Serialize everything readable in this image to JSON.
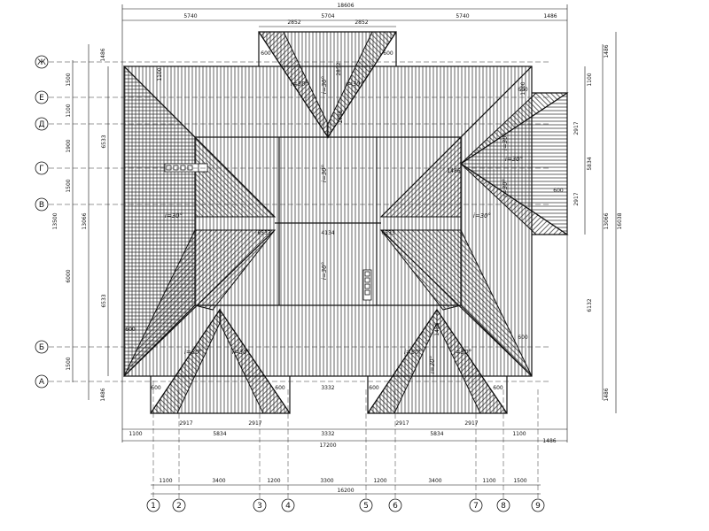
{
  "top_dims": {
    "overall": "18606",
    "left": "5740",
    "center": "5704",
    "right": "5740",
    "right_eave": "1486",
    "gable_left": "2852",
    "gable_right": "2852"
  },
  "bottom_dims": {
    "eave_left": "1100",
    "gable_left": "5834",
    "center": "3332",
    "gable_right": "5834",
    "eave_right": "1100",
    "total": "17200",
    "right_eave": "1486",
    "half_left_a": "2917",
    "half_left_b": "2917",
    "half_right_a": "2917",
    "half_right_b": "2917",
    "center_inner": "3332"
  },
  "axis_dims": {
    "segments": [
      "1100",
      "3400",
      "1200",
      "3300",
      "1200",
      "3400",
      "1100",
      "1500"
    ],
    "total": "16200"
  },
  "left_dims": {
    "eave_top": "1486",
    "segments": [
      "1500",
      "1100",
      "1900",
      "1500",
      "6000",
      "1500"
    ],
    "total": "13500",
    "eave_bottom": "1486",
    "outline_a": "6533",
    "outline_b": "6533",
    "outline_total": "13066"
  },
  "right_dims": {
    "top_eave": "1486",
    "seg_a": "1100",
    "seg_b": "2917",
    "seg_c": "2917",
    "gable_total": "5834",
    "lower": "6132",
    "inner_total": "13066",
    "overall": "16038",
    "bottom_eave": "1486"
  },
  "inner_dims": {
    "ridge_left": "6533",
    "ridge_center": "4134",
    "ridge_right": "6533",
    "overhang": "600",
    "valley_a": "1486",
    "valley_b": "1486",
    "valley_c": "1486",
    "gable_small_a": "1100",
    "gable_small_b": "1100",
    "gable_height": "2852"
  },
  "axes_horizontal": [
    "Ж",
    "Е",
    "Д",
    "Г",
    "В",
    "Б",
    "А"
  ],
  "axes_vertical": [
    "1",
    "2",
    "3",
    "4",
    "5",
    "6",
    "7",
    "8",
    "9"
  ],
  "slope_label": "i=30°"
}
